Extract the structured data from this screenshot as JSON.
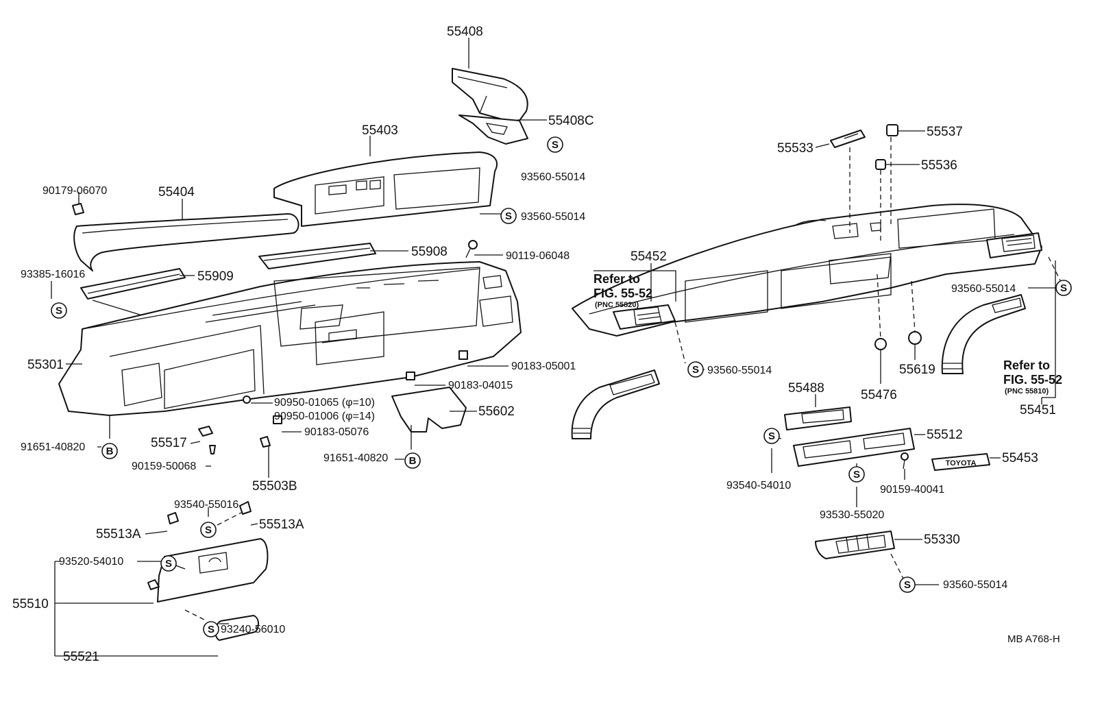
{
  "labels": {
    "p55408": "55408",
    "p55408C": "55408C",
    "p55403": "55403",
    "p55404": "55404",
    "p90179_06070": "90179-06070",
    "p93560_55014_a": "93560-55014",
    "p93560_55014_b": "93560-55014",
    "p55908": "55908",
    "p90119_06048": "90119-06048",
    "p55909": "55909",
    "p93385_16016": "93385-16016",
    "p55301": "55301",
    "p90183_05001": "90183-05001",
    "p90183_04015": "90183-04015",
    "p90950_01065": "90950-01065 (φ=10)",
    "p90950_01006": "90950-01006 (φ=14)",
    "p90183_05076": "90183-05076",
    "p55602": "55602",
    "p91651_40820_a": "91651-40820",
    "p91651_40820_b": "91651-40820",
    "p55517": "55517",
    "p90159_50068": "90159-50068",
    "p55503B": "55503B",
    "p93540_55016": "93540-55016",
    "p55513A_left": "55513A",
    "p55513A_right": "55513A",
    "p93520_54010": "93520-54010",
    "p55510": "55510",
    "p93240_56010": "93240-56010",
    "p55521": "55521",
    "p55533": "55533",
    "p55537": "55537",
    "p55536": "55536",
    "p55452": "55452",
    "p93560_55014_c": "93560-55014",
    "p93560_55014_d": "93560-55014",
    "p55619": "55619",
    "p55476": "55476",
    "p55451": "55451",
    "p55488": "55488",
    "p55512": "55512",
    "p93540_54010": "93540-54010",
    "p90159_40041": "90159-40041",
    "p55453": "55453",
    "p93530_55020": "93530-55020",
    "p55330": "55330",
    "p93560_55014_e": "93560-55014"
  },
  "references": {
    "left": {
      "line1": "Refer to",
      "line2": "FIG. 55-52",
      "pnc": "(PNC 55820)"
    },
    "right": {
      "line1": "Refer to",
      "line2": "FIG. 55-52",
      "pnc": "(PNC 55810)"
    }
  },
  "markers": {
    "s": "S",
    "b": "B"
  },
  "badge": {
    "text": "TOYOTA"
  },
  "drawing_code": "MB  A768-H"
}
